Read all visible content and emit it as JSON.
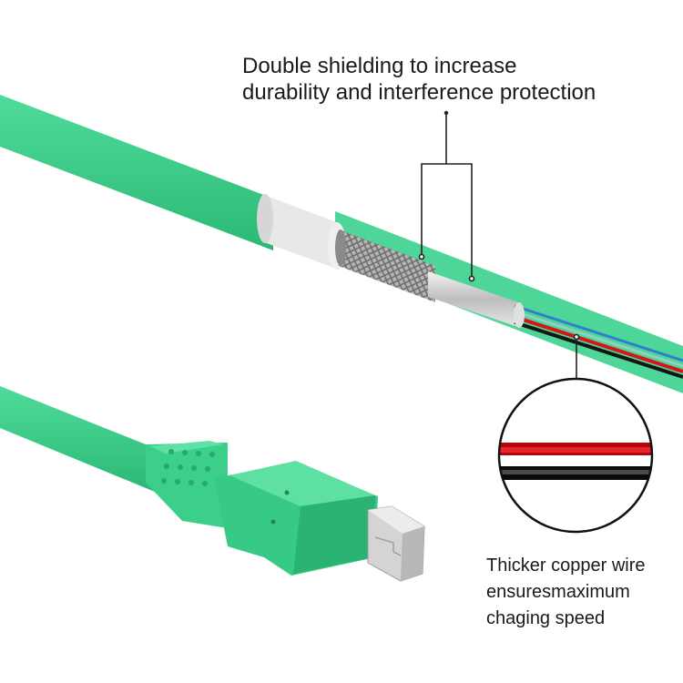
{
  "captions": {
    "shielding": {
      "line1": "Double shielding to increase",
      "line2": "durability and interference protection"
    },
    "copper": {
      "line1": "Thicker copper wire",
      "line2": "ensuresmaximum",
      "line3": "chaging speed"
    }
  },
  "colors": {
    "cable": "#35cc88",
    "cable_dark": "#22a86a",
    "sleeve": "#e6e6e6",
    "braid": "#9a9a9a",
    "foil": "#d8d8d8",
    "wire_red": "#d8141a",
    "wire_black": "#151515",
    "wire_blue": "#2f7fd0",
    "connector_metal": "#cfcfcf"
  },
  "icons": [
    "magnifier-circle-icon",
    "micro-usb-connector-icon",
    "callout-bracket-icon"
  ]
}
